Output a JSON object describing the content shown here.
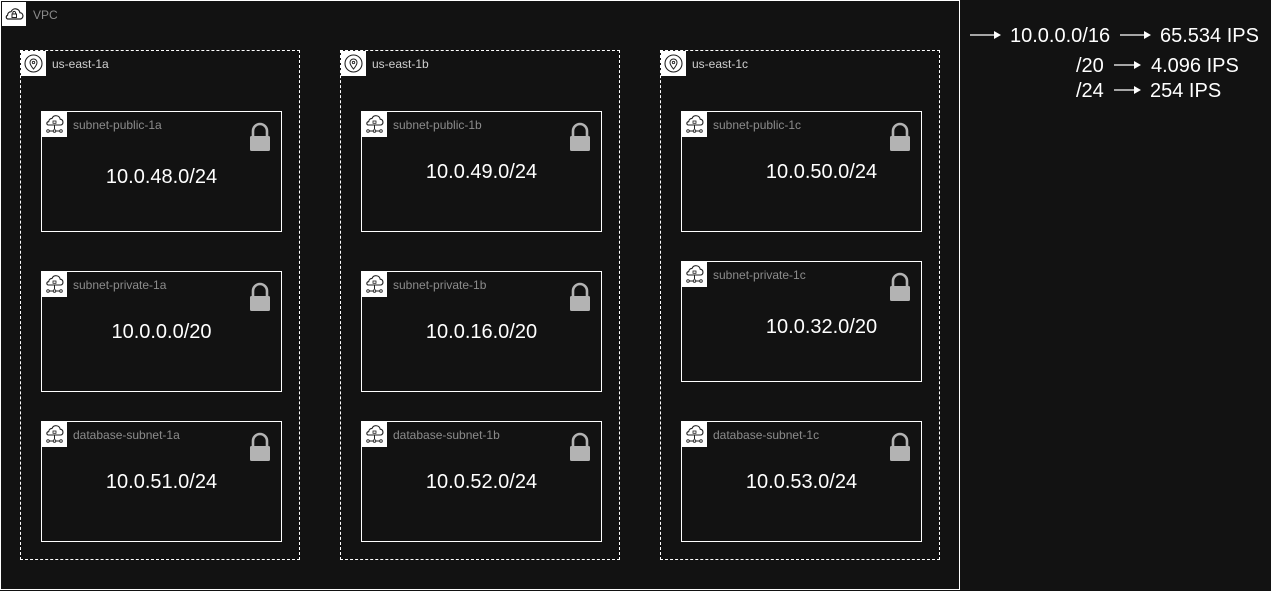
{
  "vpc": {
    "label": "VPC"
  },
  "zones": [
    {
      "label": "us-east-1a",
      "subnets": [
        {
          "name": "subnet-public-1a",
          "cidr": "10.0.48.0/24"
        },
        {
          "name": "subnet-private-1a",
          "cidr": "10.0.0.0/20"
        },
        {
          "name": "database-subnet-1a",
          "cidr": "10.0.51.0/24"
        }
      ]
    },
    {
      "label": "us-east-1b",
      "subnets": [
        {
          "name": "subnet-public-1b",
          "cidr": "10.0.49.0/24"
        },
        {
          "name": "subnet-private-1b",
          "cidr": "10.0.16.0/20"
        },
        {
          "name": "database-subnet-1b",
          "cidr": "10.0.52.0/24"
        }
      ]
    },
    {
      "label": "us-east-1c",
      "subnets": [
        {
          "name": "subnet-public-1c",
          "cidr": "10.0.50.0/24"
        },
        {
          "name": "subnet-private-1c",
          "cidr": "10.0.32.0/20"
        },
        {
          "name": "database-subnet-1c",
          "cidr": "10.0.53.0/24"
        }
      ]
    }
  ],
  "legend": {
    "vpc_cidr": "10.0.0.0/16",
    "vpc_ips": "65.534 IPS",
    "mask20": "/20",
    "mask20_ips": "4.096 IPS",
    "mask24": "/24",
    "mask24_ips": "254 IPS"
  },
  "colors": {
    "background": "#121212",
    "border": "#ffffff",
    "label": "#8c8c8c",
    "lock": "#b3b3b3"
  },
  "icons": {
    "vpc": "cloud-lock-icon",
    "zone": "location-pin-icon",
    "subnet": "cloud-network-icon",
    "lock": "lock-icon"
  }
}
